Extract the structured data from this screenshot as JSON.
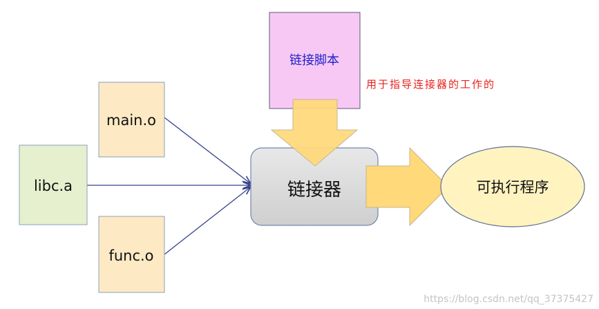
{
  "inputs": {
    "main_o": "main.o",
    "libc_a": "libc.a",
    "func_o": "func.o"
  },
  "linker_script": {
    "label": "链接脚本",
    "note": "用于指导连接器的工作的"
  },
  "linker": {
    "label": "链接器"
  },
  "output": {
    "label": "可执行程序"
  },
  "watermark": "https://blog.csdn.net/qq_37375427",
  "colors": {
    "object_fill": "#fde9c4",
    "object_stroke": "#8aa0bd",
    "lib_fill": "#e6f0cf",
    "lib_stroke": "#8aa0bd",
    "script_fill": "#f8c8f4",
    "script_stroke": "#5a5a78",
    "script_text": "#2020cc",
    "note_text": "#e8211c",
    "linker_fill": "#d6d6d6",
    "linker_stroke": "#6e86ad",
    "output_fill": "#fff3c0",
    "output_stroke": "#5b6e94",
    "arrow_fill": "#ffd97a",
    "arrow_stroke": "#c8b48c",
    "line_color": "#33408a"
  }
}
